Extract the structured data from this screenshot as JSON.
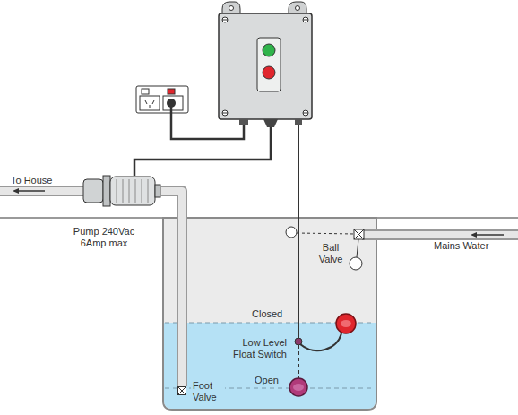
{
  "diagram": {
    "nodes": [
      {
        "text": [
          "Pump 240Vac 6Amp max"
        ]
      },
      {
        "text": [
          "Foot Valve"
        ]
      }
    ],
    "edges": [
      {
        "from": 0,
        "to": 1,
        "arrow": "none"
      }
    ],
    "labels": [
      "To House",
      "Ball Valve",
      "Mains Water",
      "Closed",
      "Low Level Float Switch",
      "Open"
    ]
  }
}
